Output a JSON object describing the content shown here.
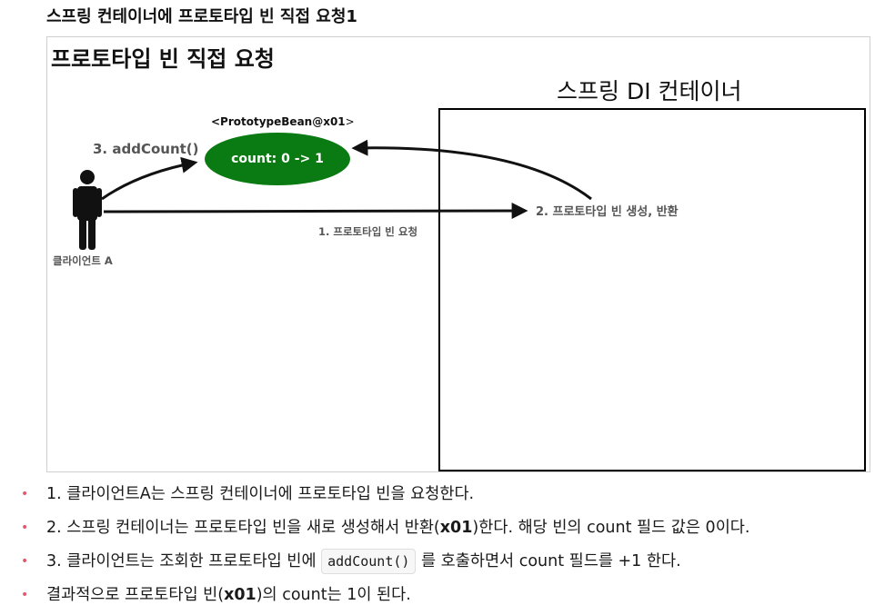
{
  "heading": "스프링 컨테이너에 프로토타입 빈 직접 요청1",
  "figure": {
    "title": "프로토타입 빈 직접 요청",
    "container_title": "스프링 DI 컨테이너",
    "bean_label_prefix": "<PrototypeBean@",
    "bean_label_id": "x01",
    "bean_label_suffix": ">",
    "bean_count": "count: 0 -> 1",
    "bean_color": "#0a7a12",
    "arrow_add_count": "3. addCount()",
    "arrow_request": "1. 프로토타입 빈 요청",
    "arrow_create": "2. 프로토타입 빈 생성, 반환",
    "client_label": "클라이언트 A"
  },
  "notes": {
    "n1": "1. 클라이언트A는 스프링 컨테이너에 프로토타입 빈을 요청한다.",
    "n2_a": "2. 스프링 컨테이너는 프로토타입 빈을 새로 생성해서 반환(",
    "n2_b": "x01",
    "n2_c": ")한다. 해당 빈의 count 필드 값은 0이다.",
    "n3_a": "3. 클라이언트는 조회한 프로토타입 빈에 ",
    "n3_code": "addCount()",
    "n3_b": " 를 호출하면서 count 필드를 +1 한다.",
    "n4_a": "결과적으로 프로토타입 빈(",
    "n4_b": "x01",
    "n4_c": ")의 count는 1이 된다.",
    "bullet": "•"
  }
}
